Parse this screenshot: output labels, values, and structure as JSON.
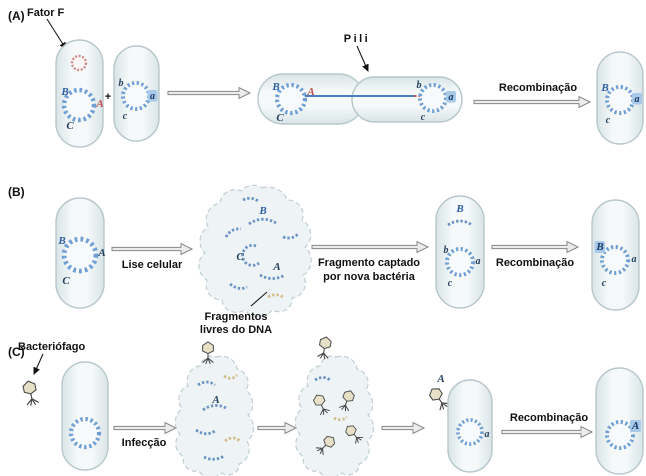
{
  "panel_a": {
    "label": "(A)",
    "fator_f": "Fator F",
    "plus": "+",
    "pili": "Pili",
    "recombinacao": "Recombinação"
  },
  "panel_b": {
    "label": "(B)",
    "lise_celular": "Lise celular",
    "fragmentos_l1": "Fragmentos",
    "fragmentos_l2": "livres do DNA",
    "captado_l1": "Fragmento captado",
    "captado_l2": "por nova bactéria",
    "recombinacao": "Recombinação"
  },
  "panel_c": {
    "label": "(C)",
    "bacteriofago": "Bacteriófago",
    "infeccao": "Infecção",
    "recombinacao": "Recombinação"
  },
  "genes": {
    "B_upper": "B",
    "A_upper": "A",
    "C_upper": "C",
    "b_lower": "b",
    "a_lower": "a",
    "c_lower": "c"
  },
  "colors": {
    "chromosome_blue": "#6f9fd4",
    "gene_blue": "#2e5fa3",
    "gene_red": "#c0504d",
    "gene_dark": "#27425f",
    "highlight": "#a9c9e8",
    "f_plasmid_red": "#cf8b8b",
    "cell_stroke": "#b7c7cc"
  }
}
